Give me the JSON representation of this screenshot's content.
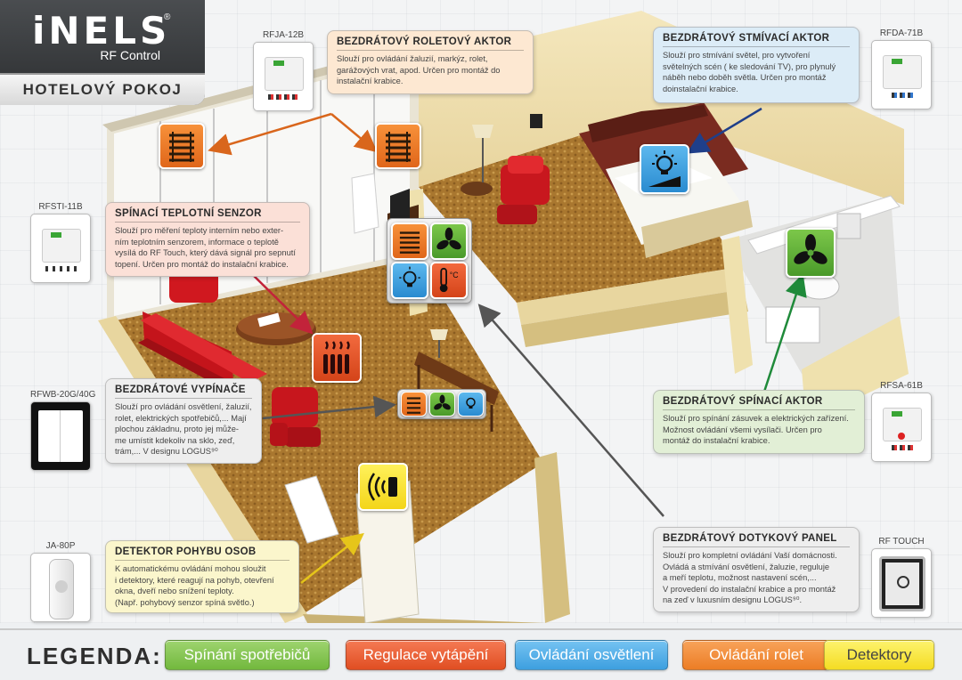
{
  "logo": {
    "brand": "iNELS",
    "reg": "®",
    "sub": "RF Control",
    "plate": "HOTELOVÝ POKOJ"
  },
  "colors": {
    "switching": "#72b83d",
    "heating": "#e04e22",
    "lighting": "#3d9fdf",
    "blinds": "#ec7d25",
    "detectors": "#f4dc23"
  },
  "callouts": {
    "blind_actuator": {
      "title": "BEZDRÁTOVÝ ROLETOVÝ AKTOR",
      "text": "Slouží pro ovládání žaluzií, markýz, rolet,\ngarážových vrat, apod.  Určen pro montáž do\ninstalační krabice."
    },
    "dimmer": {
      "title": "BEZDRÁTOVÝ STMÍVACÍ AKTOR",
      "text": "Slouží pro stmívání světel, pro vytvoření\nsvětelných scén ( ke sledování TV), pro plynulý\nnáběh nebo doběh světla. Určen pro montáž\ndoinstalační krabice."
    },
    "thermo_sensor": {
      "title": "SPÍNACÍ TEPLOTNÍ SENZOR",
      "text": "Slouží pro měření teploty interním nebo exter-\nním teplotním senzorem, informace o teplotě\nvysílá do RF Touch, který dává signál pro sepnutí\ntopení. Určen pro montáž do instalační krabice."
    },
    "wireless_switches": {
      "title": "BEZDRÁTOVÉ VYPÍNAČE",
      "text": "Slouží pro ovládání osvětlení, žaluzií,\nrolet, elektrických spotřebičů,...  Mají\nplochou základnu, proto jej může-\nme umístit kdekoliv na sklo, zeď,\ntrám,... V designu LOGUS⁹⁰"
    },
    "switch_actuator": {
      "title": "BEZDRÁTOVÝ SPÍNACÍ AKTOR",
      "text": "Slouží pro spínání zásuvek a elektrických zařízení.\nMožnost ovládání všemi vysílači. Určen pro\nmontáž do instalační krabice."
    },
    "motion_detector": {
      "title": "DETEKTOR POHYBU OSOB",
      "text": "K automatickému ovládání mohou sloužit\ni detektory, které reagují na pohyb, otevření\nokna, dveří nebo snížení teploty.\n(Např. pohybový senzor spíná světlo.)"
    },
    "touch_panel": {
      "title": "BEZDRÁTOVÝ DOTYKOVÝ PANEL",
      "text": "Slouží pro kompletní ovládání Vaší domácnosti.\nOvládá a stmívání osvětlení, žaluzie, reguluje\na meří teplotu, možnost nastavení scén,...\nV provedení do instalační krabice a pro montáž\nna zeď v luxusním designu LOGUS⁹⁰."
    }
  },
  "devices": {
    "rfja": "RFJA-12B",
    "rfda": "RFDA-71B",
    "rfsti": "RFSTI-11B",
    "rfwb": "RFWB-20G/40G",
    "rfsa": "RFSA-61B",
    "ja80p": "JA-80P",
    "rftouch": "RF TOUCH"
  },
  "icons": {
    "blind": "blinds-icon",
    "fan": "fan-icon",
    "bulb": "light-bulb-icon",
    "thermo": "thermometer-icon",
    "heater": "radiator-icon",
    "detector": "motion-sensor-icon",
    "thermo_unit": "°C"
  },
  "legend": {
    "title": "LEGENDA:",
    "items": [
      "Spínání spotřebičů",
      "Regulace vytápění",
      "Ovládání osvětlení",
      "Ovládání rolet",
      "Detektory"
    ]
  }
}
